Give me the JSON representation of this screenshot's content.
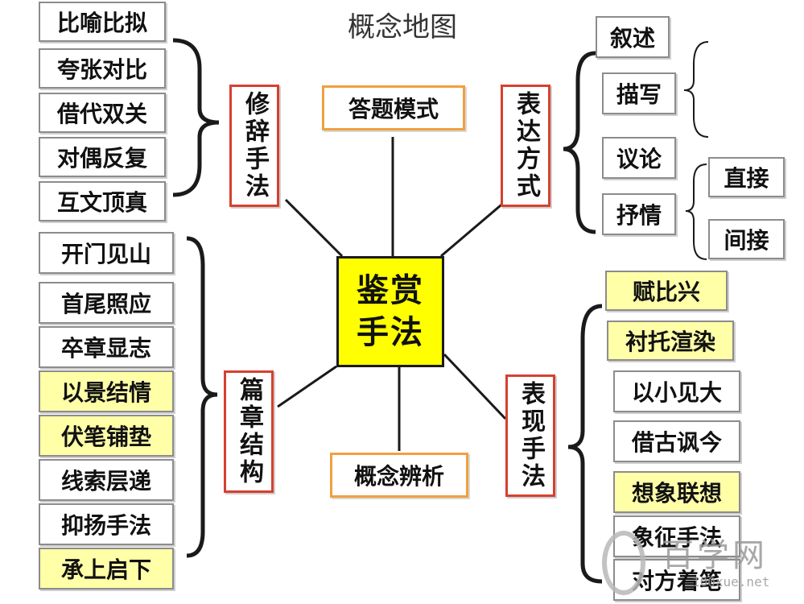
{
  "title": "概念地图",
  "center": "鉴赏手法",
  "categories": {
    "rhetoric": "修辞手法",
    "answer_mode": "答题模式",
    "expression": "表达方式",
    "structure": "篇章结构",
    "concept": "概念辨析",
    "technique": "表现手法"
  },
  "rhetoric_items": [
    "比喻比拟",
    "夸张对比",
    "借代双关",
    "对偶反复",
    "互文顶真"
  ],
  "structure_items": [
    "开门见山",
    "首尾照应",
    "卒章显志",
    "以景结情",
    "伏笔铺垫",
    "线索层递",
    "抑扬手法",
    "承上启下"
  ],
  "expression_items": [
    "叙述",
    "描写",
    "议论",
    "抒情"
  ],
  "lyric_sub_items": [
    "直接",
    "间接"
  ],
  "technique_items": [
    "赋比兴",
    "衬托渲染",
    "以小见大",
    "借古讽今",
    "想象联想",
    "象征手法",
    "对方着笔"
  ],
  "watermark": {
    "text": "百学网",
    "url": "100xue.net"
  },
  "colors": {
    "center_fill": "#ffff00",
    "highlight_fill": "#ffffa8",
    "category_border": "#d6402f",
    "mode_border": "#f0a040",
    "connector": "#1a1a1a"
  }
}
